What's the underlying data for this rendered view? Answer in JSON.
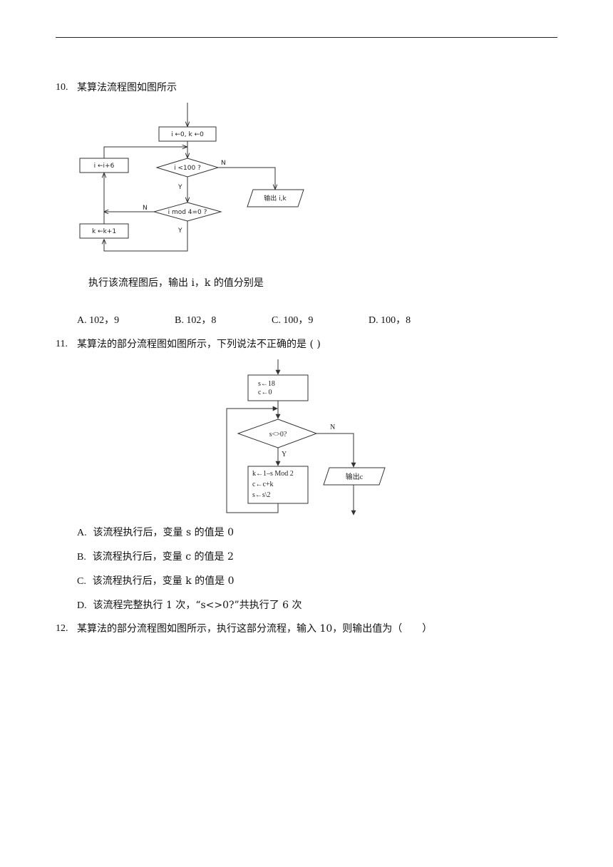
{
  "q10": {
    "number": "10.",
    "text": "某算法流程图如图所示",
    "flow": {
      "init": "i ←0,  k ←0",
      "cond1": "i <100 ?",
      "update_i": "i ←i+6",
      "output": "输出  i,k",
      "cond2": "i mod 4=0 ?",
      "update_k": "k ←k+1",
      "y1": "Y",
      "n1": "N",
      "n2": "N",
      "y2": "Y"
    },
    "question": "执行该流程图后，输出 i，k 的值分别是",
    "options": [
      {
        "label": "A.",
        "text": "102，9"
      },
      {
        "label": "B.",
        "text": "102，8"
      },
      {
        "label": "C.",
        "text": "100，9"
      },
      {
        "label": "D.",
        "text": "100，8"
      }
    ]
  },
  "q11": {
    "number": "11.",
    "text": "某算法的部分流程图如图所示，下列说法不正确的是 ( )",
    "flow": {
      "init1": "s←18",
      "init2": "c←0",
      "cond": "s<>0?",
      "yes": "Y",
      "no": "N",
      "body1": "k←1–s Mod 2",
      "body2": "c←c+k",
      "body3": "s←s\\2",
      "output": "输出c"
    },
    "options": [
      {
        "label": "A.",
        "text": "该流程执行后，变量 s 的值是 0"
      },
      {
        "label": "B.",
        "text": "该流程执行后，变量 c 的值是 2"
      },
      {
        "label": "C.",
        "text": "该流程执行后，变量 k 的值是 0"
      },
      {
        "label": "D.",
        "text": "该流程完整执行 1 次，“s<>0?”共执行了 6 次"
      }
    ]
  },
  "q12": {
    "number": "12.",
    "text": "某算法的部分流程图如图所示，执行这部分流程，输入 10，则输出值为（　　）"
  }
}
